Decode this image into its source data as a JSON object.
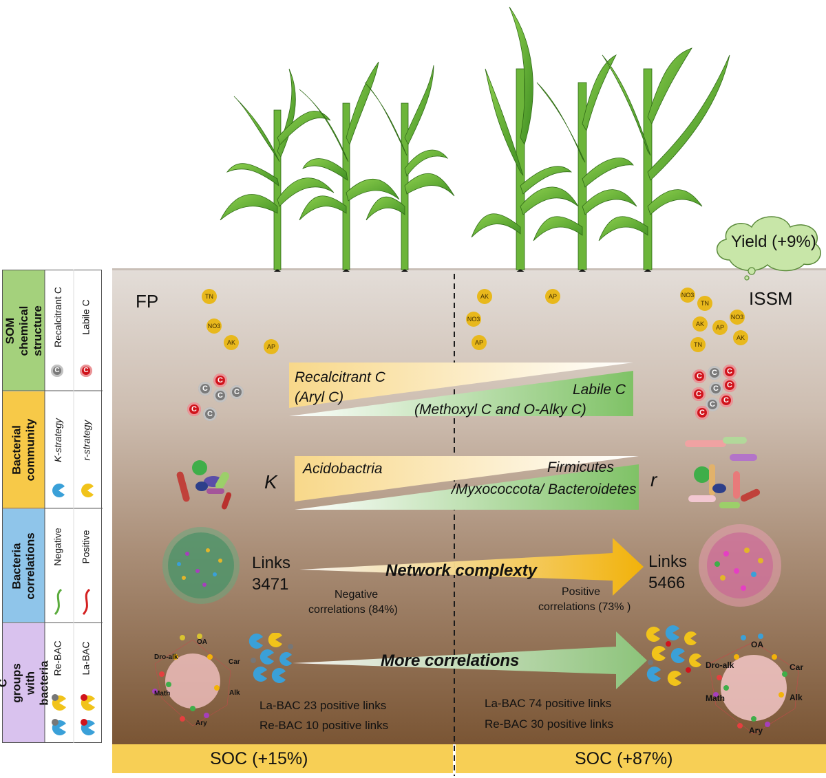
{
  "categories": [
    {
      "label": "SOM chemical structure",
      "color": "#a4d17c"
    },
    {
      "label": "Bacterial community",
      "color": "#f7c948"
    },
    {
      "label": "Bacteria correlations",
      "color": "#8fc5ea"
    },
    {
      "label": "C groups with bacteria",
      "color": "#d9c2ee"
    }
  ],
  "legend": {
    "recalcitrant_c": "Recalcitrant C",
    "labile_c": "Labile C",
    "k_strategy": "K-strategy",
    "r_strategy": "r-strategy",
    "negative": "Negative",
    "positive": "Positive",
    "re_bac": "Re-BAC",
    "la_bac": "La-BAC"
  },
  "fp": {
    "label": "FP",
    "nutrients": [
      "TN",
      "NO3",
      "AK",
      "AP"
    ],
    "strategy_letter": "K",
    "links_label": "Links",
    "links_value": "3471",
    "corr_note": [
      "Negative",
      "correlations (84%)"
    ],
    "la_bac_links": "La-BAC  23 positive links",
    "re_bac_links": "Re-BAC  10 positive links",
    "soc": "SOC   (+15%)"
  },
  "issm": {
    "label": "ISSM",
    "nutrients": [
      "AK",
      "AP",
      "NO3",
      "AP",
      "NO3",
      "TN",
      "AK",
      "AP",
      "NO3",
      "TN",
      "AK"
    ],
    "strategy_letter": "r",
    "links_label": "Links",
    "links_value": "5466",
    "corr_note": [
      "Positive",
      "correlations (73% )"
    ],
    "la_bac_links": "La-BAC  74 positive links",
    "re_bac_links": "Re-BAC  30 positive links",
    "soc": "SOC   (+87%)",
    "yield": "Yield (+9%)"
  },
  "gradient_som": {
    "left": [
      "Recalcitrant C",
      "(Aryl C)"
    ],
    "right": [
      "Labile C",
      "(Methoxyl C and O-Alky C)"
    ]
  },
  "gradient_bac": {
    "left": [
      "Acidobactria"
    ],
    "right": [
      "Firmicutes",
      "/Myxococcota/ Bacteroidetes"
    ]
  },
  "arrow_network": "Network complexty",
  "arrow_correlations": "More correlations",
  "network_nodes": [
    "OA",
    "Dro-alk",
    "Car",
    "Alk",
    "Math",
    "Ary"
  ],
  "bead_letter": "C",
  "colors": {
    "soil_top": "#e2dcd7",
    "soil_bottom": "#6f4a2a",
    "soc_bar": "#f7cf55",
    "leaf_green": "#5dae2f",
    "yellow_arrow": "#f2b90f",
    "green_arrow": "#8cc37a"
  }
}
